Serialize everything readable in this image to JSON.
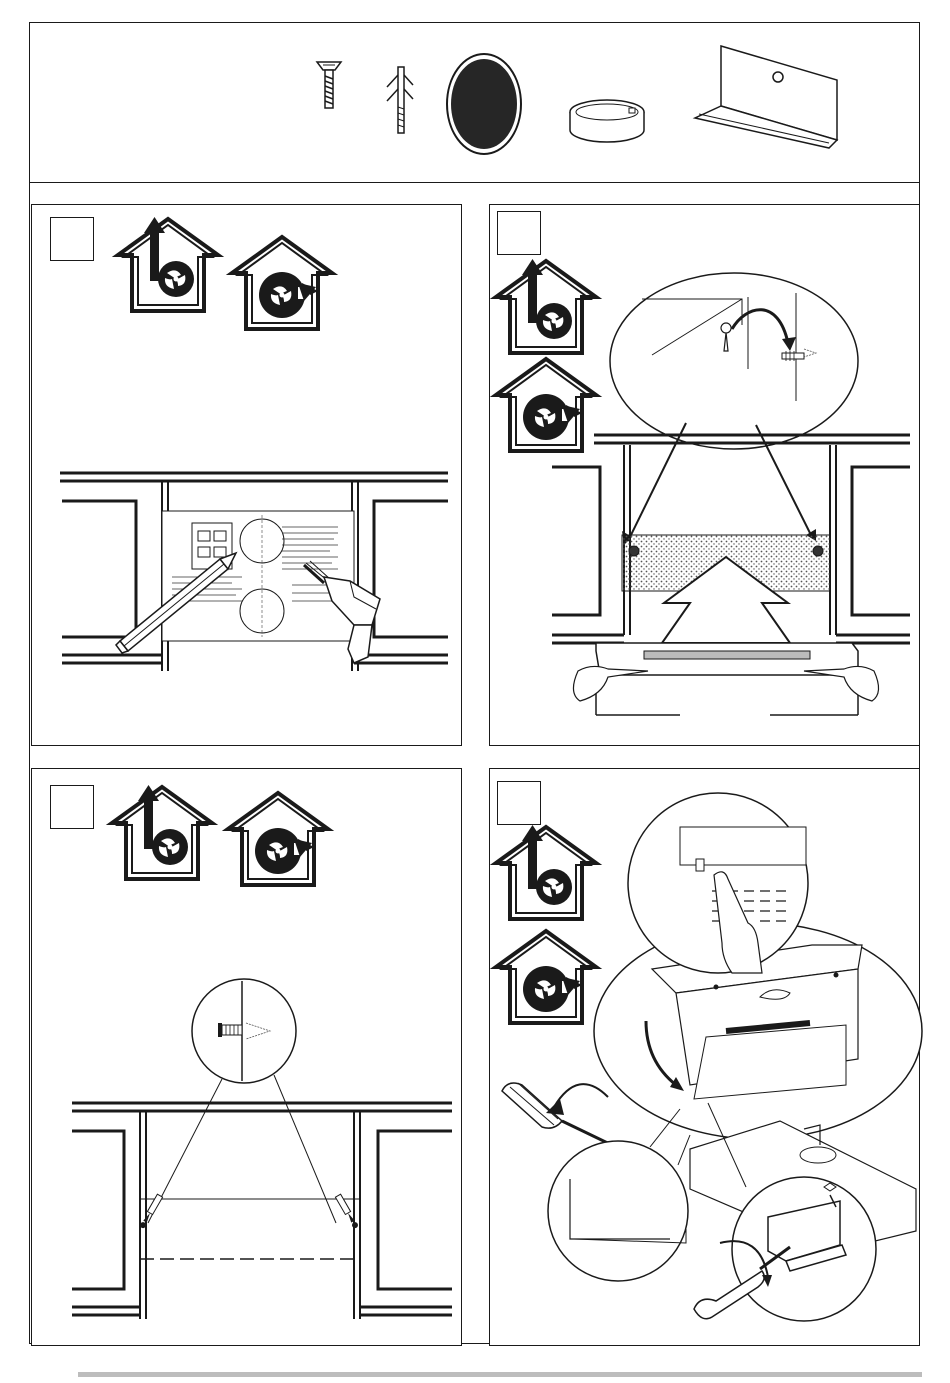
{
  "document": {
    "title": "",
    "parts_row": {
      "items": [
        {
          "icon": "screw-icon"
        },
        {
          "icon": "wall-plug-icon"
        },
        {
          "icon": "charcoal-filter-icon"
        },
        {
          "icon": "duct-collar-icon"
        },
        {
          "icon": "mounting-bracket-icon"
        }
      ]
    },
    "steps": [
      {
        "number": "",
        "modes": [
          "ducted-mode-icon",
          "recirculation-mode-icon"
        ],
        "scene": "mark-and-drill-with-template"
      },
      {
        "number": "",
        "modes": [
          "ducted-mode-icon",
          "recirculation-mode-icon"
        ],
        "scene": "hang-hood-on-wall-screws"
      },
      {
        "number": "",
        "modes": [
          "ducted-mode-icon",
          "recirculation-mode-icon"
        ],
        "scene": "insert-plugs-and-screws"
      },
      {
        "number": "",
        "modes": [
          "ducted-mode-icon",
          "recirculation-mode-icon"
        ],
        "scene": "secure-hood-with-bracket"
      }
    ],
    "colors": {
      "line": "#1a1a1a",
      "footer_rule": "#bdbdbd",
      "stipple": "#555555"
    }
  }
}
